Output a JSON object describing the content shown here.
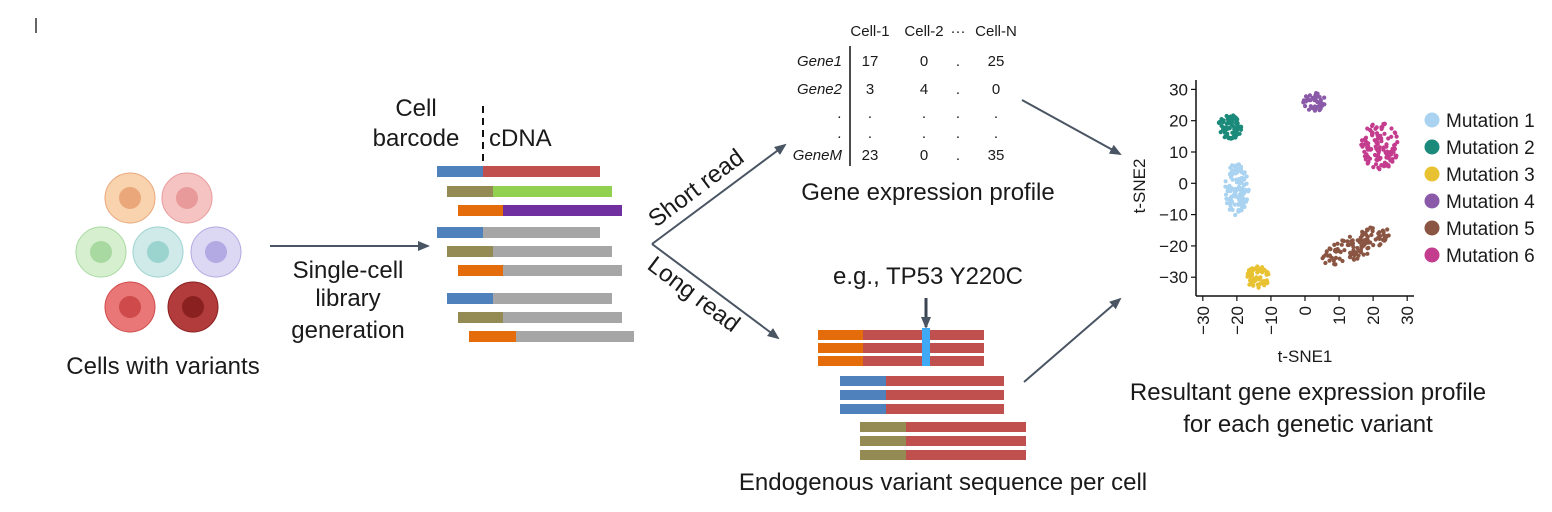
{
  "colors": {
    "arrow": "#4a5563",
    "read_red": "#c0504d",
    "read_blue": "#4f81bd",
    "read_olive": "#948a54",
    "read_green": "#92d050",
    "read_orange": "#e46c0a",
    "read_purple": "#7030a0",
    "read_gray": "#a6a6a6",
    "variant_highlight": "#3fa9f5"
  },
  "cells": {
    "caption": "Cells with variants",
    "palette": [
      {
        "fill": "#f9d3ad",
        "nucleus": "#e9a77a"
      },
      {
        "fill": "#f6c3c3",
        "nucleus": "#e89a9a"
      },
      {
        "fill": "#d5efcf",
        "nucleus": "#a8d9a0"
      },
      {
        "fill": "#cfeae8",
        "nucleus": "#9bd3cf"
      },
      {
        "fill": "#dcd7f2",
        "nucleus": "#b3a9e3"
      },
      {
        "fill": "#e97777",
        "nucleus": "#cf4a4a"
      },
      {
        "fill": "#b23b3b",
        "nucleus": "#8a2020"
      }
    ]
  },
  "step1": {
    "line1": "Single-cell",
    "line2": "library",
    "line3": "generation"
  },
  "library": {
    "cell_label": "Cell",
    "barcode_label": "barcode",
    "cdna_label": "cDNA"
  },
  "branches": {
    "short": "Short read",
    "long": "Long read"
  },
  "matrix": {
    "columns": [
      "Cell-1",
      "Cell-2",
      "···",
      "Cell-N"
    ],
    "rows": [
      {
        "name": "Gene1",
        "values": [
          "17",
          "0",
          ".",
          "25"
        ]
      },
      {
        "name": "Gene2",
        "values": [
          "3",
          "4",
          ".",
          "0"
        ]
      },
      {
        "name": ".",
        "values": [
          ".",
          ".",
          ".",
          "."
        ]
      },
      {
        "name": ".",
        "values": [
          ".",
          ".",
          ".",
          "."
        ]
      },
      {
        "name": "GeneM",
        "values": [
          "23",
          "0",
          ".",
          "35"
        ]
      }
    ],
    "caption": "Gene expression profile"
  },
  "variant": {
    "example": "e.g., TP53 Y220C",
    "caption": "Endogenous variant sequence per cell"
  },
  "tsne": {
    "xlabel": "t-SNE1",
    "ylabel": "t-SNE2",
    "xticks": [
      "−30",
      "−20",
      "−10",
      "0",
      "10",
      "20",
      "30"
    ],
    "yticks": [
      "30",
      "20",
      "10",
      "0",
      "−10",
      "−20",
      "−30"
    ],
    "caption_line1": "Resultant gene expression profile",
    "caption_line2": "for each genetic variant"
  },
  "chart_data": {
    "type": "scatter",
    "xlabel": "t-SNE1",
    "ylabel": "t-SNE2",
    "xlim": [
      -32,
      32
    ],
    "ylim": [
      -36,
      33
    ],
    "legend_position": "right",
    "series": [
      {
        "name": "Mutation 1",
        "color": "#a9d3f0",
        "center": [
          -20,
          -2
        ],
        "spread": [
          3.5,
          8.5
        ],
        "count": 130
      },
      {
        "name": "Mutation 2",
        "color": "#1b8a7a",
        "center": [
          -22,
          18
        ],
        "spread": [
          3.5,
          3.8
        ],
        "count": 70
      },
      {
        "name": "Mutation 3",
        "color": "#e8c230",
        "center": [
          -14,
          -30
        ],
        "spread": [
          3.5,
          3.5
        ],
        "count": 65
      },
      {
        "name": "Mutation 4",
        "color": "#8a5aa8",
        "center": [
          3,
          26
        ],
        "spread": [
          3.5,
          3
        ],
        "count": 38
      },
      {
        "name": "Mutation 5",
        "color": "#8a5542",
        "center": [
          15,
          -20
        ],
        "spread": [
          10,
          4.5
        ],
        "count": 110
      },
      {
        "name": "Mutation 6",
        "color": "#c43c8e",
        "center": [
          22,
          12
        ],
        "spread": [
          5.5,
          7.5
        ],
        "count": 120
      }
    ]
  }
}
